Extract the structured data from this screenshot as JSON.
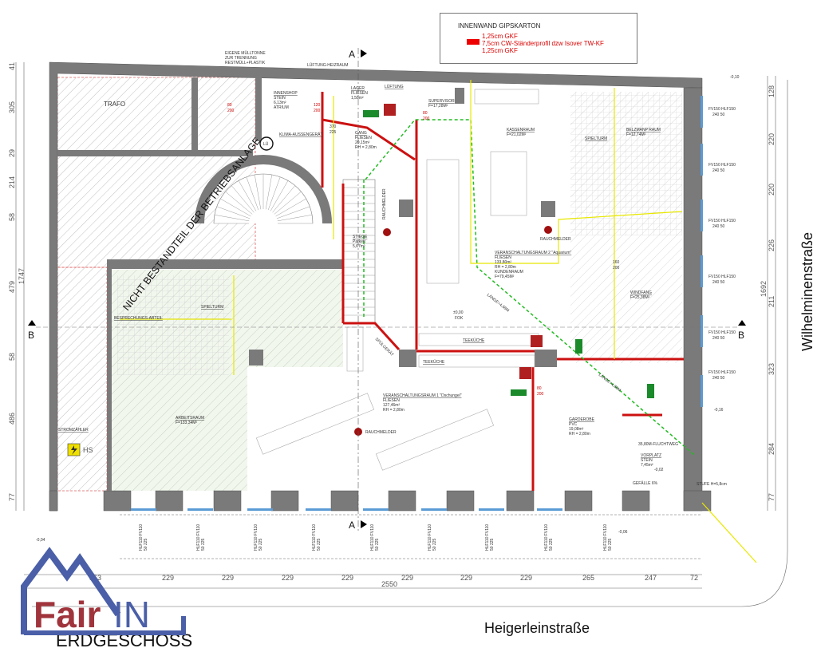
{
  "legend": {
    "title": "INNENWAND GIPSKARTON",
    "lines": [
      "1,25cm GKF",
      "7,5cm CW-Ständerprofil dzw Isover TW-KF",
      "1,25cm GKF"
    ],
    "swatch_color": "#e00000"
  },
  "colors": {
    "wall": "#7a7a7a",
    "partition": "#cc1111",
    "escape_route": "#22bb22",
    "window": "#5b9bd5",
    "annotation": "#e8e800"
  },
  "sections": {
    "a_top": "A",
    "a_bottom": "A",
    "b_left": "B",
    "b_right": "B"
  },
  "rooms": [
    {
      "name": "TRAFO",
      "details": []
    },
    {
      "name": "INNENSHOP",
      "details": [
        "STEIN",
        "6,13m²",
        "ATRIUM"
      ]
    },
    {
      "name": "LAGER",
      "details": [
        "FLIESEN",
        "1,58m²"
      ]
    },
    {
      "name": "LÜFTUNG",
      "details": []
    },
    {
      "name": "GANG",
      "details": [
        "FLIESEN",
        "20,15m²",
        "RH = 2,80m"
      ]
    },
    {
      "name": "SUPERVISOR",
      "details": [
        "F=17,28M²"
      ]
    },
    {
      "name": "KASSENRAUM",
      "details": [
        "F=21,02M²"
      ]
    },
    {
      "name": "SPIELTURM",
      "details": []
    },
    {
      "name": "BELZMANP RAUM",
      "details": [
        "F=12,74M²"
      ]
    },
    {
      "name": "VERANSCHALTUNGSRAUM 2 \"Aquarium\"",
      "details": [
        "FLIESEN",
        "133,80m²",
        "RH = 2,80m",
        "KUNDENRAUM",
        "F=79,45M²"
      ]
    },
    {
      "name": "WINDFANG",
      "details": [
        "F=25,38M²"
      ]
    },
    {
      "name": "VERANSCHALTUNGSRAUM 1 \"Dschungel\"",
      "details": [
        "FLIESEN",
        "127,46m²",
        "RH = 2,80m"
      ]
    },
    {
      "name": "GARDEROBE",
      "details": [
        "PVC",
        "19,08m²",
        "RH = 2,80m"
      ]
    },
    {
      "name": "VORPLATZ",
      "details": [
        "STEIN",
        "7,45m²"
      ]
    },
    {
      "name": "ARBEITSRAUM",
      "details": [
        "F=133,34M²"
      ]
    },
    {
      "name": "BESPRECHUNGS-ABTEIL",
      "details": []
    },
    {
      "name": "SPIELTURM",
      "details": []
    },
    {
      "name": "STROMZÄHLER",
      "details": []
    },
    {
      "name": "STIEGE",
      "details": [
        "Parkett",
        "5,67m²"
      ]
    },
    {
      "name": "KLIMA-AUSSENGERÄT",
      "details": []
    },
    {
      "name": "TEEKÜCHE",
      "details": []
    },
    {
      "name": "TEEKÜCHE",
      "details": []
    }
  ],
  "annotations": {
    "not_part": "NICHT BESTANDTEIL DER BETRIEBSANLAGE",
    "waste": [
      "EIGENE MÜLLTONNE",
      "ZUR TRENNUNG",
      "RESTMÜLL+PLASTIK"
    ],
    "ventilation": "LÜFTUNG-HEIZRAUM",
    "smoke_detector": "RAUCHMELDER",
    "escape_route": "35,80M-FLUCHTWEG",
    "slope": "GEFÄLLE 6%",
    "level": "±0,00",
    "level_ref": "FOK",
    "dishwasher": "SPÜLGERÄT",
    "hs": "HS",
    "lu": "LÜ",
    "step": "STUFE H=5,8cm",
    "route_length": "LÄNGE=4,68M",
    "elev": [
      "-0,10",
      "-0,04",
      "-0,06",
      "-0,16",
      "-0,02"
    ],
    "door_a": [
      "80",
      "200"
    ],
    "door_b": [
      "120",
      "200"
    ],
    "door_c": [
      "370",
      "225"
    ],
    "door_d": [
      "160",
      "200"
    ]
  },
  "windows_right": {
    "label": "FV150 HLF150",
    "sub": "240   50",
    "count": 6
  },
  "windows_bottom": {
    "label": "HLF110 FV110",
    "sub": "50   225",
    "count": 9
  },
  "dimensions": {
    "left": [
      "41",
      "305",
      "29",
      "214",
      "58",
      "479",
      "58",
      "486",
      "77"
    ],
    "left_total": "1747",
    "right": [
      "128",
      "220",
      "220",
      "226",
      "211",
      "323",
      "284",
      "77"
    ],
    "right_total": "1692",
    "bottom": [
      "363",
      "229",
      "229",
      "229",
      "229",
      "229",
      "229",
      "229",
      "265",
      "247",
      "72"
    ],
    "bottom_total": "2550"
  },
  "streets": {
    "bottom": "Heigerleinstraße",
    "right": "Wilhelminenstraße"
  },
  "floor_title": "ERDGESCHOSS",
  "logo": {
    "part1": "Fair",
    "part2": "IN",
    "color1": "#a0343c",
    "color2": "#4a5fa8"
  }
}
